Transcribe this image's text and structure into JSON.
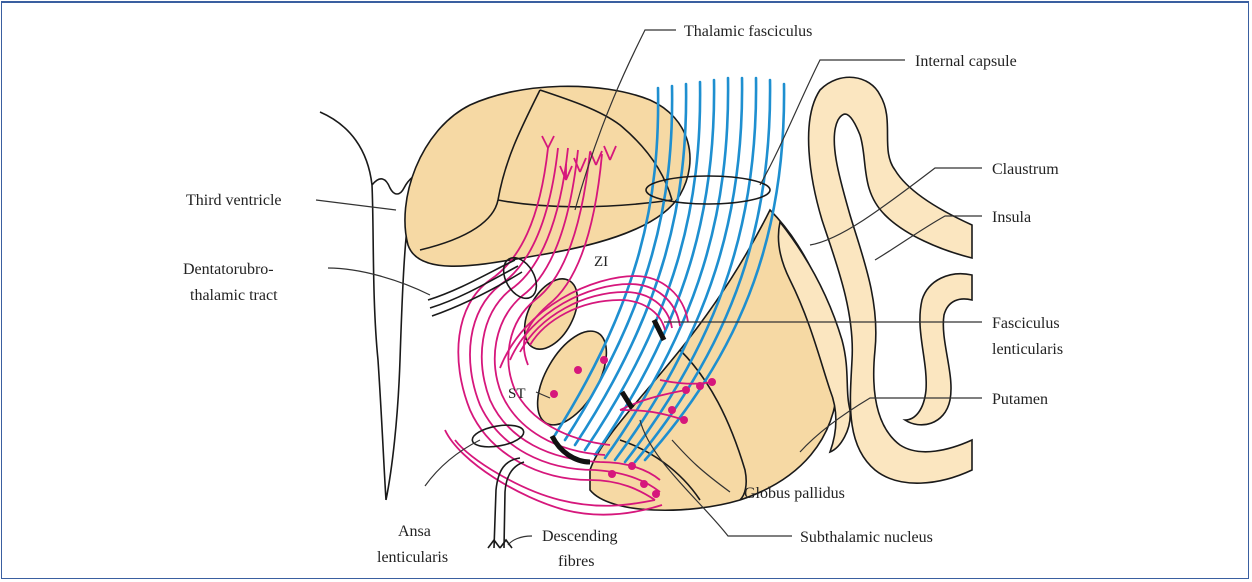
{
  "colors": {
    "frame_border": "#3a5fa0",
    "nucleus_fill": "#f6d9a4",
    "pink_fibres": "#d6177c",
    "blue_fibres": "#1e8fd0"
  },
  "labels": {
    "thalamic_fasciculus": "Thalamic fasciculus",
    "internal_capsule": "Internal capsule",
    "claustrum": "Claustrum",
    "insula": "Insula",
    "third_ventricle": "Third ventricle",
    "dentatorubro_line1": "Dentatorubro-",
    "dentatorubro_line2": "thalamic tract",
    "zi": "ZI",
    "st": "ST",
    "fasciculus_lenticularis_line1": "Fasciculus",
    "fasciculus_lenticularis_line2": "lenticularis",
    "putamen": "Putamen",
    "globus_pallidus": "Globus pallidus",
    "subthalamic_nucleus": "Subthalamic nucleus",
    "ansa_line1": "Ansa",
    "ansa_line2": "lenticularis",
    "descending_line1": "Descending",
    "descending_line2": "fibres"
  }
}
